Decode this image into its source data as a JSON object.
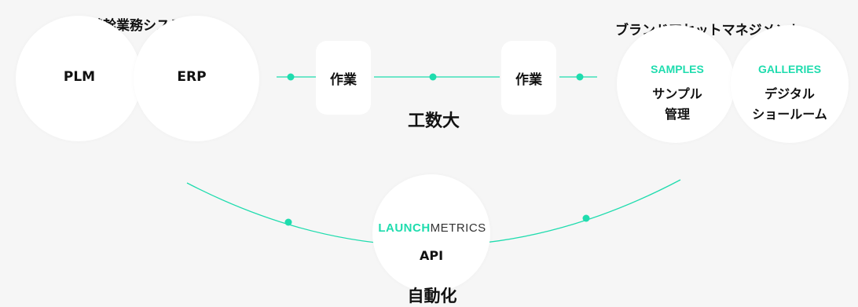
{
  "colors": {
    "accent": "#1fdcae",
    "background": "#f6f6f6",
    "node": "#ffffff"
  },
  "left_group": {
    "title": "統合基幹業務システム",
    "items": [
      "PLM",
      "ERP"
    ]
  },
  "middle": {
    "steps": [
      "作業",
      "作業"
    ],
    "caption": "工数大"
  },
  "right_group": {
    "title": "ブランドアセットマネジメント",
    "samples": {
      "heading": "SAMPLES",
      "line1": "サンプル",
      "line2": "管理"
    },
    "galleries": {
      "heading": "GALLERIES",
      "line1": "デジタル",
      "line2": "ショールーム"
    }
  },
  "bottom": {
    "brand_part1": "LAUNCH",
    "brand_part2": "METRICS",
    "label": "API",
    "caption": "自動化"
  }
}
